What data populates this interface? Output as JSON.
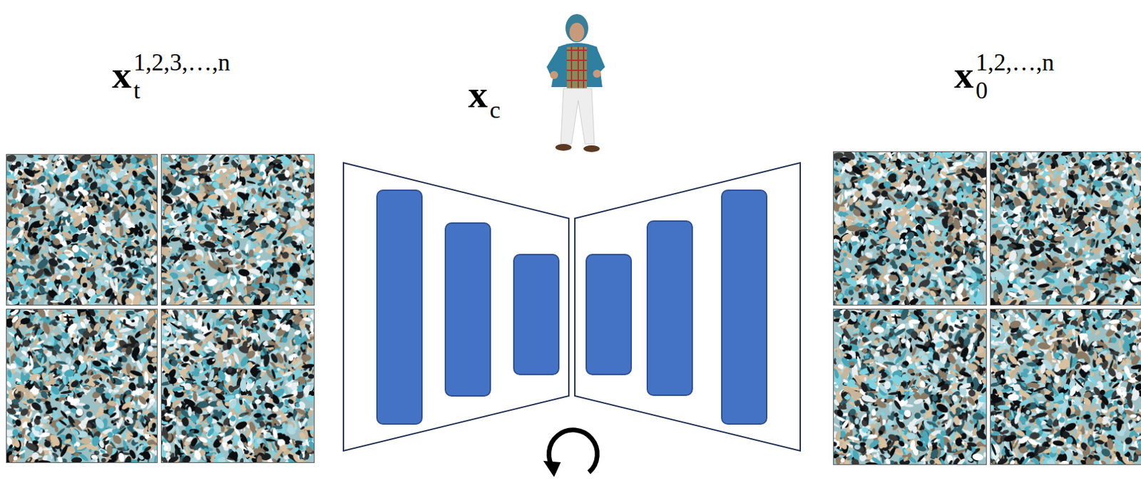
{
  "diagram": {
    "labels": [
      "x",
      "1,2,3,…,n",
      "t",
      "x",
      "c",
      "x",
      "1,2,…,n",
      "0"
    ]
  }
}
